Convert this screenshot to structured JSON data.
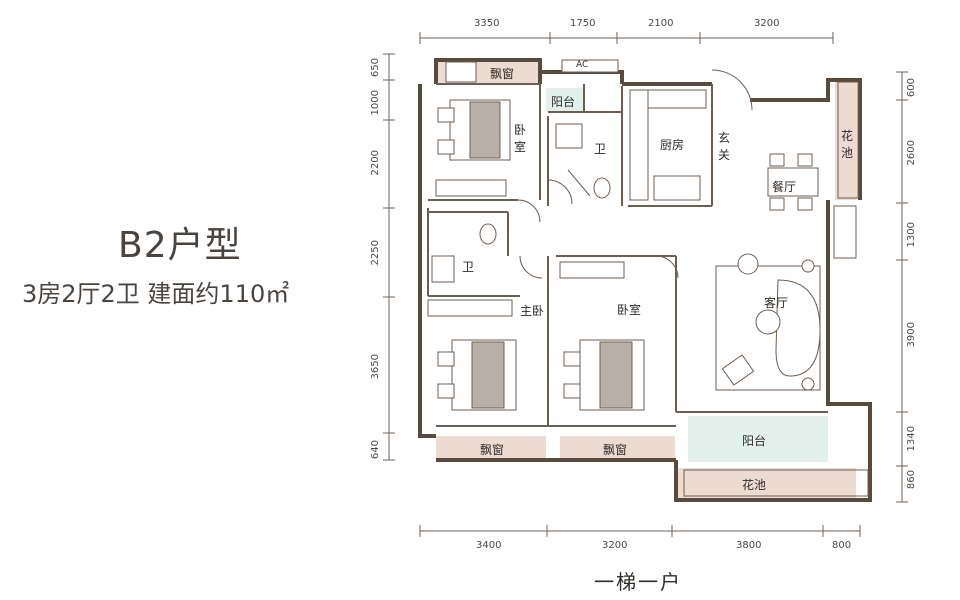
{
  "title": {
    "unit_type": "B2户型",
    "summary": "3房2厅2卫 建面约110㎡"
  },
  "footer": "一梯一户",
  "dims_top": [
    "3350",
    "1750",
    "2100",
    "3200"
  ],
  "dims_bottom": [
    "3400",
    "3200",
    "3800",
    "800"
  ],
  "dims_left": [
    "650",
    "1000",
    "2200",
    "2250",
    "3650",
    "640"
  ],
  "dims_right": [
    "600",
    "2600",
    "1300",
    "3900",
    "1340",
    "860"
  ],
  "rooms": {
    "bay_window_top": "飘窗",
    "balcony_small": "阳台",
    "ac": "AC",
    "bedroom_nw": "卧室",
    "bath_center": "卫",
    "kitchen": "厨房",
    "entry": "玄关",
    "planter_right": "花池",
    "dining": "餐厅",
    "bath_west": "卫",
    "master": "主卧",
    "bedroom_center": "卧室",
    "living": "客厅",
    "bay_window_bl": "飘窗",
    "bay_window_bc": "飘窗",
    "balcony_main": "阳台",
    "planter_bottom": "花池"
  },
  "colors": {
    "wall": "#5a4a3c",
    "floor": "#ffffff",
    "bay": "#ecdbd0",
    "balcony": "#e3f1ec",
    "line": "#8a7b70"
  }
}
